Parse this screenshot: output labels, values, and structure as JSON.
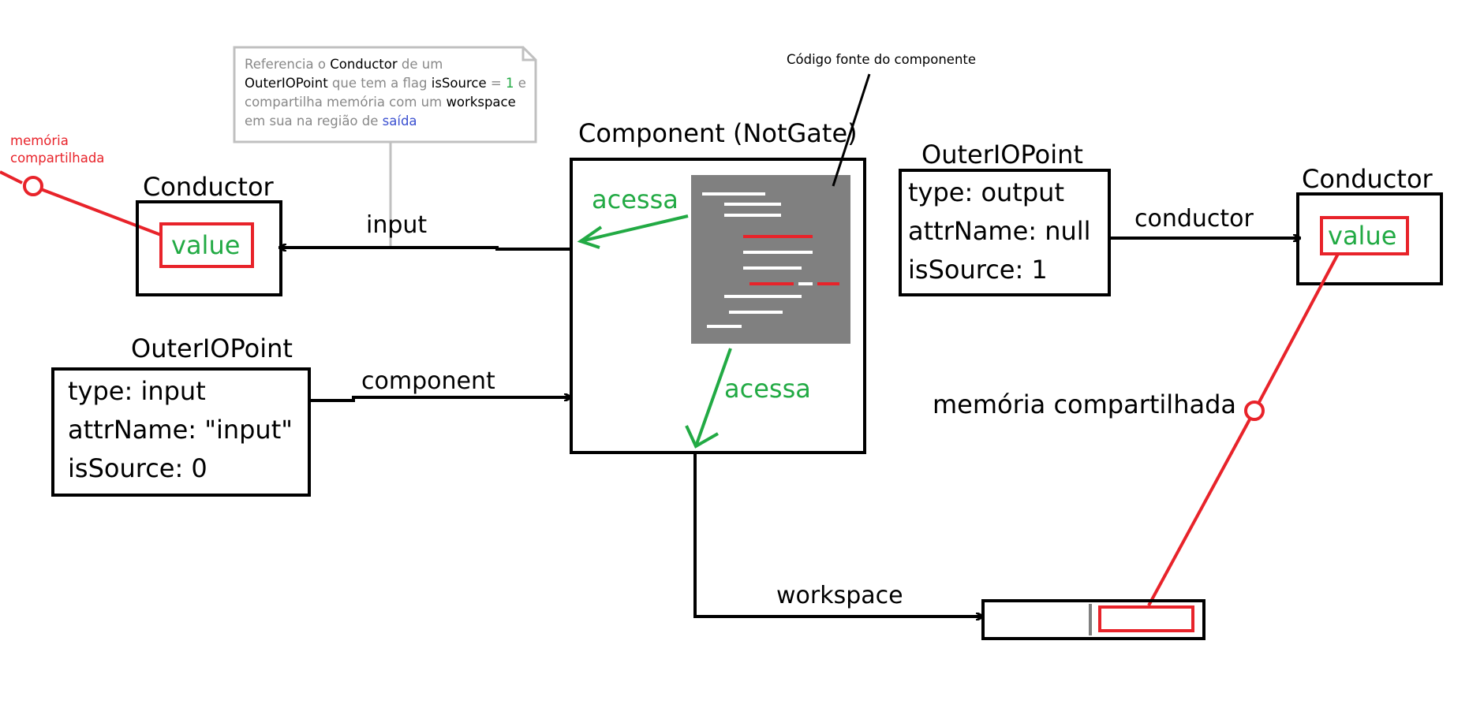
{
  "note": {
    "l1_a": "Referencia o ",
    "l1_b": "Conductor",
    "l1_c": " de um",
    "l2_a": "OuterIOPoint",
    "l2_b": " que tem a flag ",
    "l2_c": "isSource",
    "l2_d": " = ",
    "l2_e": "1",
    "l2_f": " e",
    "l3_a": "compartilha memória com um ",
    "l3_b": "workspace",
    "l4_a": "em sua na região de ",
    "l4_b": "saída"
  },
  "shared_memory_left": {
    "line1": "memória",
    "line2": "compartilhada"
  },
  "shared_memory_right": "memória compartilhada",
  "conductor_left": {
    "title": "Conductor",
    "value": "value"
  },
  "conductor_right": {
    "title": "Conductor",
    "value": "value"
  },
  "component": {
    "title": "Component (NotGate)",
    "source_label": "Código fonte do componente",
    "access_1": "acessa",
    "access_2": "acessa"
  },
  "outer_io_input": {
    "title": "OuterIOPoint",
    "type": "type: input",
    "attr": "attrName: \"input\"",
    "source": "isSource: 0"
  },
  "outer_io_output": {
    "title": "OuterIOPoint",
    "type": "type: output",
    "attr": "attrName: null",
    "source": "isSource: 1"
  },
  "edges": {
    "input": "input",
    "component": "component",
    "conductor": "conductor",
    "workspace": "workspace"
  },
  "colors": {
    "green": "#22aa44",
    "red": "#e8232a",
    "code_bg": "#808080",
    "note_border": "#c0c0c0"
  }
}
